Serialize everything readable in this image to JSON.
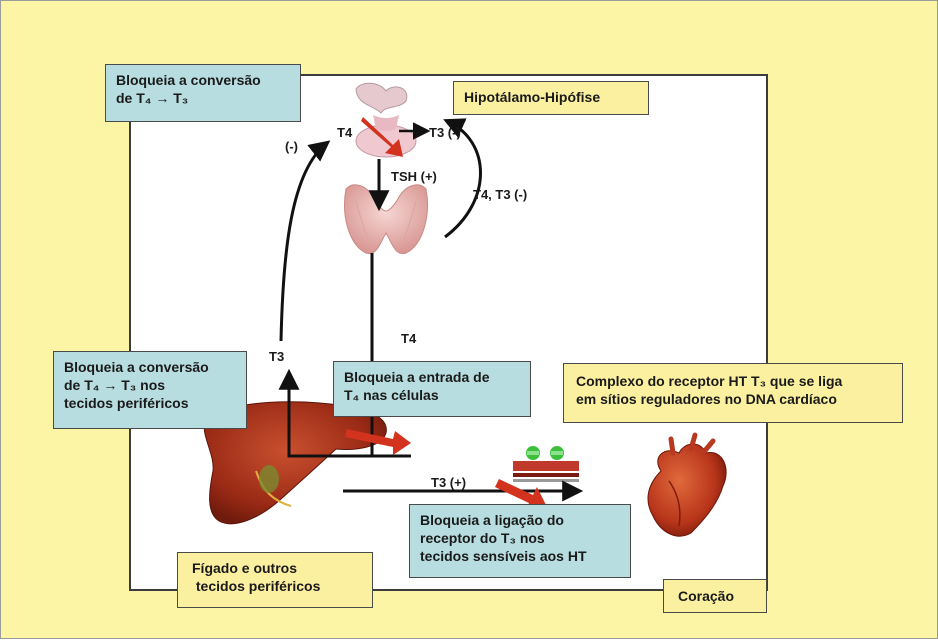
{
  "diagram": {
    "boxes": {
      "block_conversion_top": [
        "Bloqueia a conversão",
        "de T₄ → T₃"
      ],
      "hypothalamus_pituitary": [
        "Hipotálamo-Hipófise"
      ],
      "block_conversion_peripheral": [
        "Bloqueia a conversão",
        "de T₄ → T₃ nos",
        "tecidos periféricos"
      ],
      "block_cell_entry": [
        "Bloqueia a entrada de",
        "T₄ nas células"
      ],
      "receptor_complex": [
        "Complexo do receptor HT T₃ que se liga",
        "em sítios reguladores no DNA cardíaco"
      ],
      "block_receptor_binding": [
        "Bloqueia a ligação do",
        "receptor do T₃ nos",
        "tecidos sensíveis aos HT"
      ],
      "liver_tissues": [
        "Fígado e outros",
        " tecidos periféricos"
      ],
      "heart": [
        "Coração"
      ]
    },
    "labels": {
      "t4_top": "T4",
      "t3_minus_top": "T3 (-)",
      "minus_left": "(-)",
      "tsh_plus": "TSH (+)",
      "t4_t3_minus": "T4, T3 (-)",
      "t4_mid": "T4",
      "t3_left": "T3",
      "t3_plus": "T3 (+)"
    },
    "colors": {
      "page_background": "#fdf5a6",
      "blue_box": "#b8dde0",
      "yellow_box": "#fbf0a0",
      "block_arrow": "#d2321e",
      "pathway_line": "#111111"
    }
  }
}
